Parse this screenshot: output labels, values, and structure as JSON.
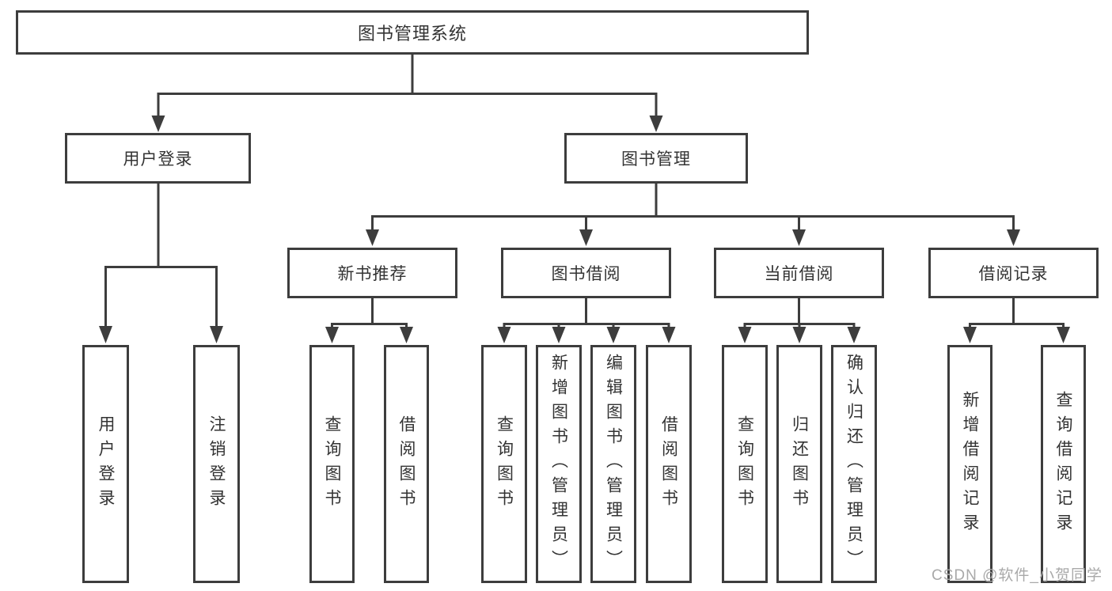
{
  "tree": {
    "label": "图书管理系统",
    "children": [
      {
        "label": "用户登录",
        "children": [
          {
            "label": "用户登录"
          },
          {
            "label": "注销登录"
          }
        ]
      },
      {
        "label": "图书管理",
        "children": [
          {
            "label": "新书推荐",
            "children": [
              {
                "label": "查询图书"
              },
              {
                "label": "借阅图书"
              }
            ]
          },
          {
            "label": "图书借阅",
            "children": [
              {
                "label": "查询图书"
              },
              {
                "label": "新增图书（管理员）"
              },
              {
                "label": "编辑图书（管理员）"
              },
              {
                "label": "借阅图书"
              }
            ]
          },
          {
            "label": "当前借阅",
            "children": [
              {
                "label": "查询图书"
              },
              {
                "label": "归还图书"
              },
              {
                "label": "确认归还（管理员）"
              }
            ]
          },
          {
            "label": "借阅记录",
            "children": [
              {
                "label": "新增借阅记录"
              },
              {
                "label": "查询借阅记录"
              }
            ]
          }
        ]
      }
    ]
  },
  "watermark": "CSDN @软件_小贺同学",
  "colors": {
    "line": "#3d3d3d",
    "text": "#333333",
    "watermark": "#a9a9a9",
    "background": "#ffffff"
  }
}
